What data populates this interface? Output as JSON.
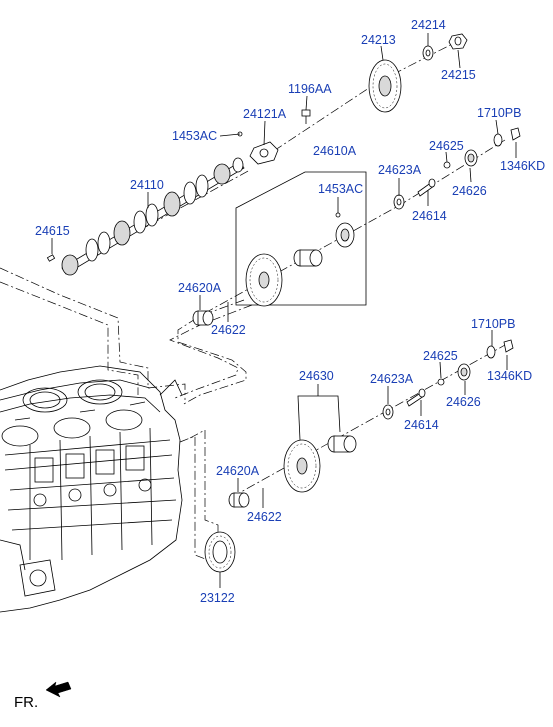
{
  "parts": {
    "p24214": "24214",
    "p24213": "24213",
    "p24215": "24215",
    "p1196AA": "1196AA",
    "p24121A": "24121A",
    "p1453AC_top": "1453AC",
    "p1710PB_top": "1710PB",
    "p24625_top": "24625",
    "p24610A": "24610A",
    "p24110": "24110",
    "p24623A_top": "24623A",
    "p1346KD_top": "1346KD",
    "p1453AC_mid": "1453AC",
    "p24626_top": "24626",
    "p24614_top": "24614",
    "p24615": "24615",
    "p24620A_top": "24620A",
    "p24622_top": "24622",
    "p1710PB_bot": "1710PB",
    "p24625_bot": "24625",
    "p24630": "24630",
    "p24623A_bot": "24623A",
    "p1346KD_bot": "1346KD",
    "p24626_bot": "24626",
    "p24614_bot": "24614",
    "p24620A_bot": "24620A",
    "p24622_bot": "24622",
    "p23122": "23122"
  },
  "direction_label": "FR.",
  "colors": {
    "label": "#1a3fb5",
    "line": "#000000"
  },
  "icons": {
    "direction": "front-direction-arrow-icon"
  }
}
